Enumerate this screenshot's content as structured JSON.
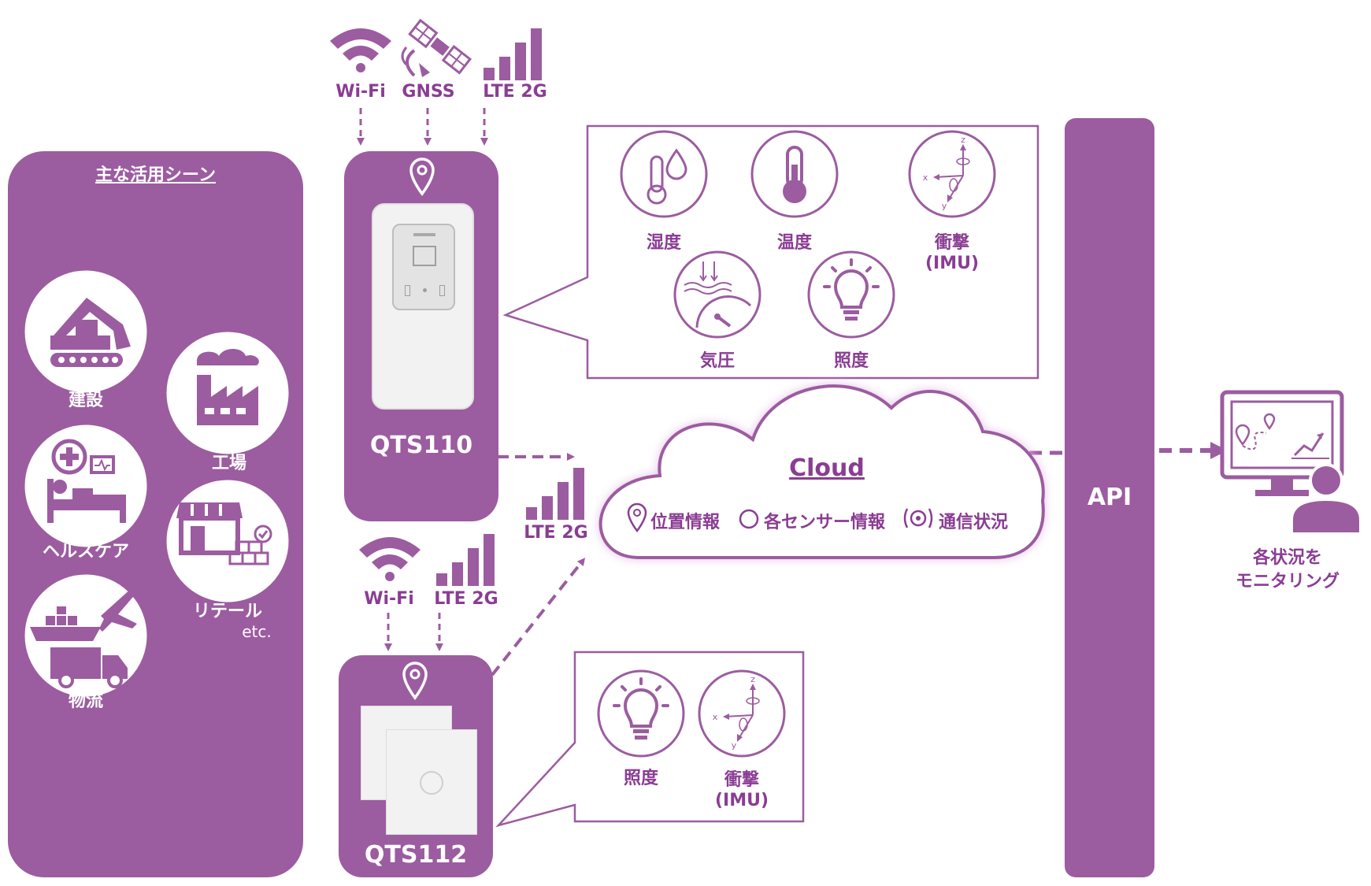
{
  "scenes": {
    "title": "主な活用シーン",
    "items": {
      "construction": "建設",
      "factory": "工場",
      "healthcare": "ヘルスケア",
      "retail": "リテール",
      "etc": "etc.",
      "logistics": "物流"
    }
  },
  "qts110": {
    "name": "QTS110",
    "connectivity": {
      "wifi": "Wi-Fi",
      "gnss": "GNSS",
      "lte": "LTE 2G"
    },
    "sensors": {
      "humidity": "湿度",
      "temperature": "温度",
      "shock": "衝撃",
      "shock_sub": "(IMU)",
      "pressure": "気圧",
      "light": "照度"
    }
  },
  "qts112": {
    "name": "QTS112",
    "connectivity": {
      "wifi": "Wi-Fi",
      "lte": "LTE 2G"
    },
    "sensors": {
      "light": "照度",
      "shock": "衝撃",
      "shock_sub": "(IMU)"
    }
  },
  "link_lte": "LTE 2G",
  "cloud": {
    "title": "Cloud",
    "items": {
      "location": "位置情報",
      "sensors": "各センサー情報",
      "comm": "通信状況"
    }
  },
  "api": {
    "label": "API"
  },
  "monitor": {
    "line1": "各状況を",
    "line2": "モニタリング"
  },
  "colors": {
    "primary": "#9c5ca0",
    "text": "#8a3d93",
    "device": "#f2f2f2"
  }
}
